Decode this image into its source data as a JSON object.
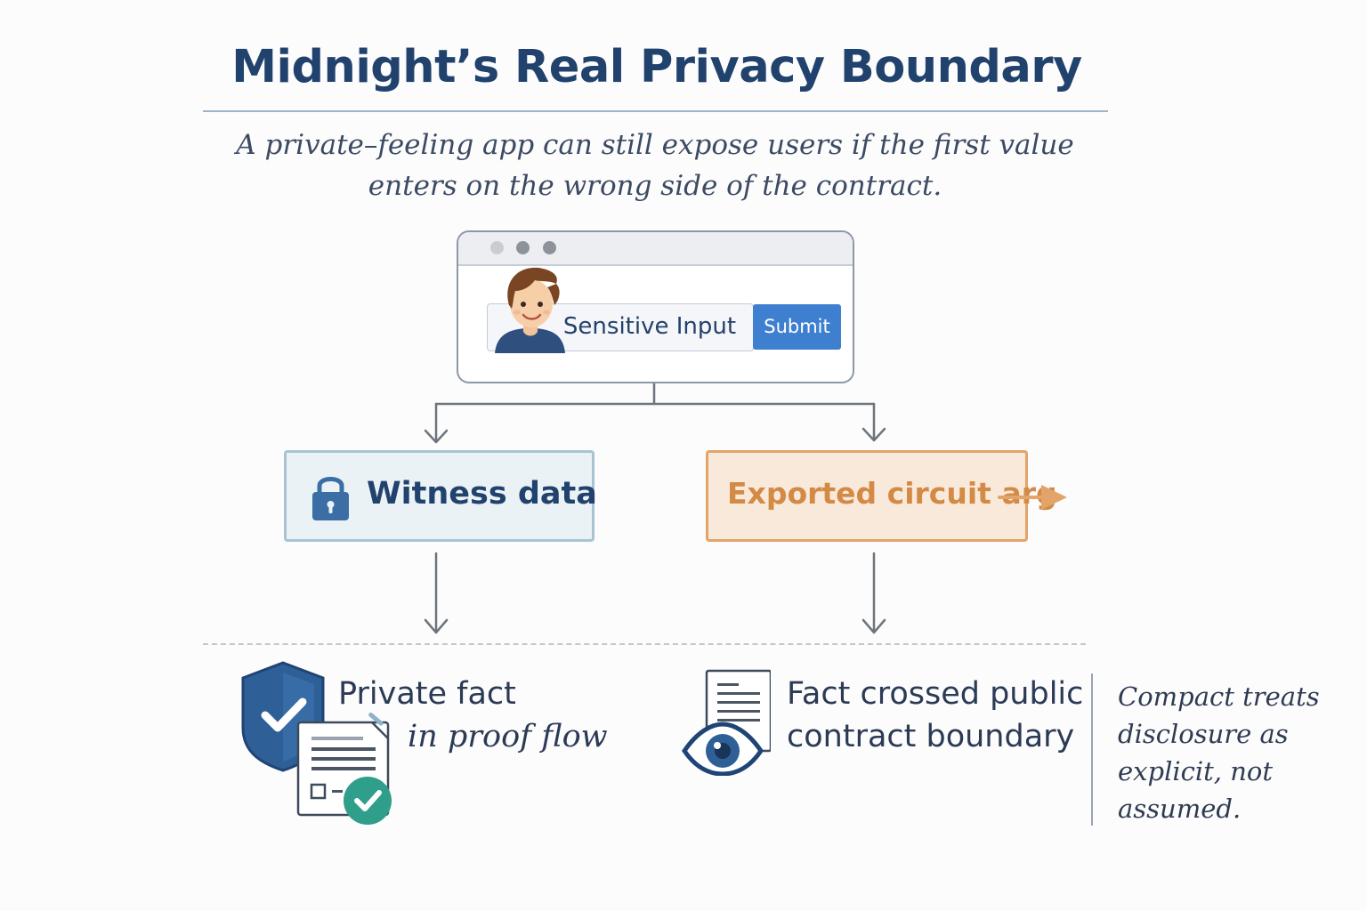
{
  "title": "Midnight’s Real Privacy Boundary",
  "subtitle": "A private–feeling app can still expose users if the first value enters on the wrong side of the contract.",
  "browser": {
    "input_label": "Sensitive Input",
    "submit_label": "Submit"
  },
  "nodes": {
    "witness": "Witness data",
    "exported": "Exported circuit arg"
  },
  "outcomes": {
    "private_line1": "Private fact",
    "private_line2": "in proof flow",
    "public_line1": "Fact crossed public",
    "public_line2": "contract boundary"
  },
  "note": "Compact treats disclosure as explicit, not assumed.",
  "icons": {
    "browser_dots": "window-control-dots",
    "user": "user-avatar-icon",
    "witness": "lock-icon",
    "exported": "arrow-right-icon",
    "private": "shield-check-document-icon",
    "public": "eye-document-icon"
  },
  "colors": {
    "title": "#22426e",
    "witness_fill": "#eaf2f5",
    "witness_border": "#a9c3d3",
    "exported_fill": "#f9e9db",
    "exported_border": "#e2a468",
    "exported_text": "#d38a45",
    "submit_button": "#3f7fd0",
    "check_badge": "#2f9e8a"
  }
}
